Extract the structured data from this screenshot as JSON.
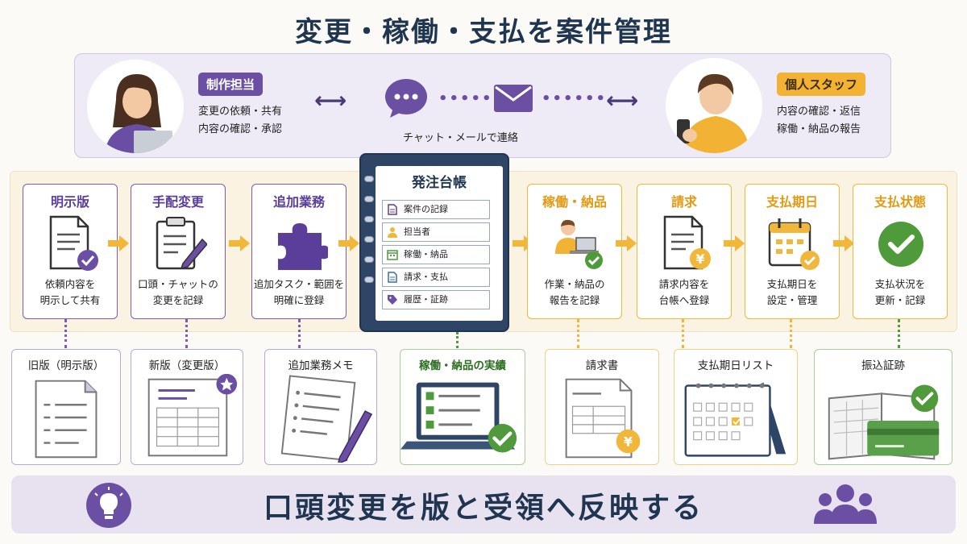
{
  "title": "変更・稼働・支払を案件管理",
  "top": {
    "left_role": "制作担当",
    "left_desc": [
      "変更の依頼・共有",
      "内容の確認・承認"
    ],
    "contact_label": "チャット・メールで連絡",
    "right_role": "個人スタッフ",
    "right_desc": [
      "内容の確認・返信",
      "稼働・納品の報告"
    ]
  },
  "steps": [
    {
      "title": "明示版",
      "desc": [
        "依頼内容を",
        "明示して共有"
      ]
    },
    {
      "title": "手配変更",
      "desc": [
        "口頭・チャットの",
        "変更を記録"
      ]
    },
    {
      "title": "追加業務",
      "desc": [
        "追加タスク・範囲を",
        "明確に登録"
      ]
    },
    {
      "title": "稼働・納品",
      "desc": [
        "作業・納品の",
        "報告を記録"
      ]
    },
    {
      "title": "請求",
      "desc": [
        "請求内容を",
        "台帳へ登録"
      ]
    },
    {
      "title": "支払期日",
      "desc": [
        "支払期日を",
        "設定・管理"
      ]
    },
    {
      "title": "支払状態",
      "desc": [
        "支払状況を",
        "更新・記録"
      ]
    }
  ],
  "ledger": {
    "title": "発注台帳",
    "rows": [
      "案件の記録",
      "担当者",
      "稼働・納品",
      "請求・支払",
      "履歴・証跡"
    ]
  },
  "docs": [
    "旧版（明示版）",
    "新版（変更版）",
    "追加業務メモ",
    "稼働・納品の実績",
    "請求書",
    "支払期日リスト",
    "振込証跡"
  ],
  "footer": "口頭変更を版と受領へ反映する",
  "colors": {
    "purple": "#6b4fa3",
    "gold": "#f0b73a",
    "green": "#4f9a3a",
    "navy": "#1f3550"
  }
}
